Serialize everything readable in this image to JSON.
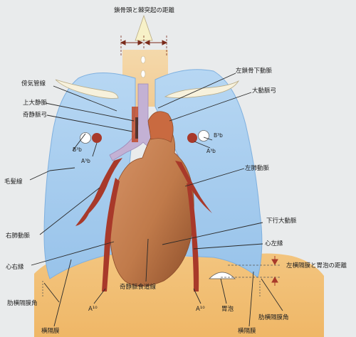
{
  "labels": {
    "top_distance": "鎖骨頭と棘突起の距離",
    "left_subclavian": "左鎖骨下動脈",
    "aortic_arch": "大動脈弓",
    "paratracheal_line": "傍気管線",
    "svc": "上大静脈",
    "azygos_arch": "奇静脈弓",
    "b3b_right": "B³b",
    "a3b_right": "A³b",
    "b3b_left": "B³b",
    "a3b_left": "A³b",
    "left_pulmonary_artery": "左肺動脈",
    "hair_line": "毛髪線",
    "right_pulmonary_artery": "右肺動脈",
    "descending_aorta": "下行大動脈",
    "left_heart_border": "心左縁",
    "right_heart_border": "心右縁",
    "left_diaphragm_gastric_distance": "左横隔膜と胃泡の距離",
    "right_cpa": "肋横隔膜角",
    "azygoesophageal_line": "奇静脈食道線",
    "a10_right": "A¹⁰",
    "a10_left": "A¹⁰",
    "gastric_bubble": "胃泡",
    "left_cpa": "肋横隔膜角",
    "right_diaphragm": "横隔膜",
    "left_diaphragm": "横隔膜"
  },
  "colors": {
    "background": "#e9ebec",
    "lung": "#a9cdee",
    "lung_edge": "#7fb0df",
    "abdomen": "#f3c57f",
    "heart": "#c07a4a",
    "pulmonary_artery": "#a8392a",
    "mediastinum_vessel": "#c3b1d4",
    "accent_arrow": "#a83a2a"
  }
}
